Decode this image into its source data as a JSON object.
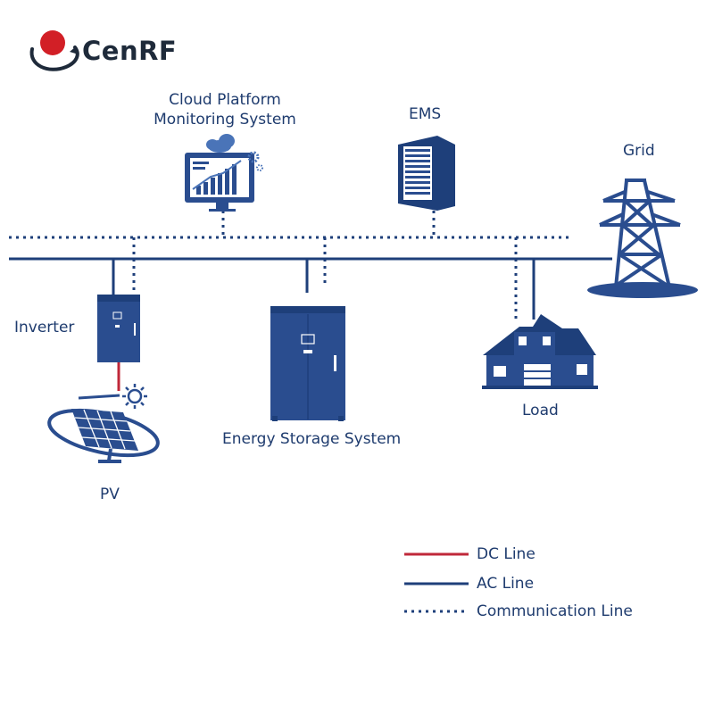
{
  "brand": {
    "name": "CenRF",
    "logo_icon": "cenrf-logo-icon",
    "accent_color": "#d21f26"
  },
  "nodes": {
    "cloud": {
      "label_line1": "Cloud Platform",
      "label_line2": "Monitoring System",
      "icon": "cloud-monitor-icon"
    },
    "ems": {
      "label": "EMS",
      "icon": "server-rack-icon"
    },
    "grid": {
      "label": "Grid",
      "icon": "power-tower-icon"
    },
    "inverter": {
      "label": "Inverter",
      "icon": "inverter-cabinet-icon"
    },
    "storage": {
      "label": "Energy Storage System",
      "icon": "storage-cabinet-icon"
    },
    "load": {
      "label": "Load",
      "icon": "house-icon"
    },
    "pv": {
      "label": "PV",
      "icon": "solar-panel-icon"
    }
  },
  "legend": {
    "dc": {
      "label": "DC Line",
      "color": "#c0283a"
    },
    "ac": {
      "label": "AC Line",
      "color": "#1e3f7a"
    },
    "comm": {
      "label": "Communication Line",
      "color": "#1e3f7a"
    }
  },
  "colors": {
    "primary": "#2a4d8f",
    "dark": "#1e3f7a",
    "light": "#4a74b8"
  }
}
